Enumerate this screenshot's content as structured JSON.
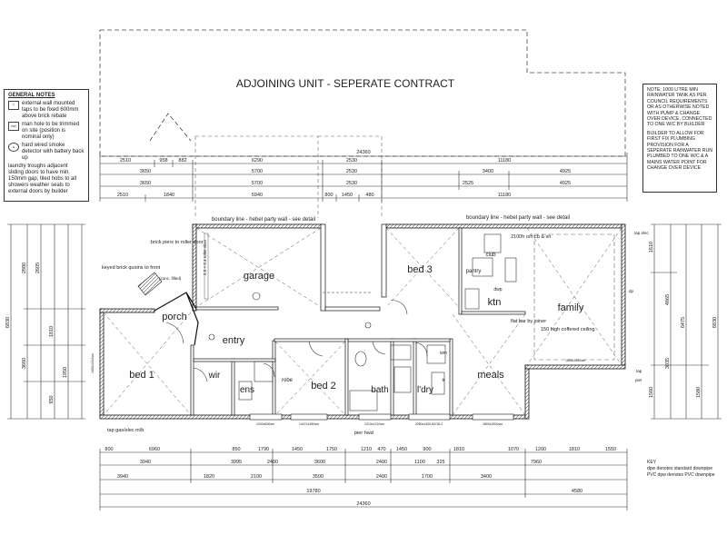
{
  "title": "ADJOINING UNIT - SEPERATE CONTRACT",
  "general_notes": {
    "heading": "GENERAL NOTES",
    "items": [
      {
        "icon": "tap-icon",
        "text": "external wall mounted taps to be fixed 600mm above brick rebate"
      },
      {
        "icon": "manhole-icon",
        "text": "man hole to be trimmed on site (position is nominal only)"
      },
      {
        "icon": "smoke-detector-icon",
        "text": "hard wired smoke detector with battery back up"
      },
      {
        "icon": "",
        "text": "laundry troughs adjacent sliding doors to have min. 150mm gap, tiled hobs to all showers weather seals to external doors by builder"
      }
    ]
  },
  "right_notes": [
    "NOTE: 1000 LITRE MIN RAINWATER TANK AS PER COUNCIL REQUIREMENTS OR AS OTHERWISE NOTED WITH PUMP & CHANGE OVER DEVICE, CONNECTED TO ONE W/C BY BUILDER",
    "BUILDER TO ALLOW FOR FIRST FIX PLUMBING PROVISION FOR A SEPERATE RAINWATER RUN PLUMBED TO ONE W/C & A MAINS WATER POINT FOR CHANGE OVER DEVICE"
  ],
  "key": {
    "heading": "KEY",
    "items": [
      "dpw denotes standard downpipe",
      "PVC dpw denotes PVC downpipe"
    ]
  },
  "rooms": {
    "garage": "garage",
    "bed3": "bed 3",
    "family": "family",
    "porch": "porch",
    "entry": "entry",
    "bed1": "bed 1",
    "wir": "wir",
    "ens": "ens",
    "bed2": "bed 2",
    "bath": "bath",
    "ldry": "l'dry",
    "meals": "meals",
    "ktn": "ktn",
    "pantry": "pantry",
    "robe": "robe",
    "club": "club",
    "dwp": "dwp",
    "wm": "wm",
    "tr": "tr"
  },
  "annotations": {
    "boundary_left": "boundary line - hebel party wall - see detail",
    "boundary_right": "boundary line - hebel party wall - see detail",
    "brick_piers": "brick piers to roller door",
    "keyed_brick": "keyed brick quoins to front",
    "conc_filled": "(conc. filled)",
    "ceiling_2100": "2100h o/h cb & sh",
    "flat_bar": "flat bar by joiner",
    "coffered": "150 high coffered ceiling",
    "tap_garage": "tap gas/elec m/b",
    "pier_hwd": "pier hwd",
    "roller_door": "2.5 × 2.4 roller door",
    "tap": "tap",
    "pier": "pier",
    "dp": "dp",
    "tap_elec": "tap elec"
  },
  "dims": {
    "overall_top": "24360",
    "top1": [
      "2510",
      "958",
      "882",
      "6290",
      "2530",
      "11180"
    ],
    "top2": [
      "3650",
      "5700",
      "2530",
      "3400",
      "4925"
    ],
    "top3": [
      "3650",
      "5700",
      "2530",
      "2525",
      "4925"
    ],
    "top4": [
      "2510",
      "1840",
      "5940",
      "800",
      "1450",
      "480",
      "11180"
    ],
    "bot1": [
      "800",
      "6960",
      "850",
      "1790",
      "1450",
      "1750",
      "1210",
      "470",
      "1450",
      "900",
      "1810",
      "1070",
      "1200",
      "1810",
      "1550"
    ],
    "bot2": [
      "3940",
      "3995",
      "2400",
      "3600",
      "2400",
      "1100",
      "325",
      "7960"
    ],
    "bot3": [
      "3940",
      "1820",
      "2100",
      "3500",
      "2400",
      "1700",
      "3400"
    ],
    "bot4": [
      "19780",
      "4580"
    ],
    "overall_bottom": "24360",
    "left": [
      "2880",
      "2605",
      "1810",
      "3660",
      "950",
      "1950",
      "6830"
    ],
    "right": [
      "1610",
      "4865",
      "6830",
      "1560",
      "6475",
      "3035",
      "1580"
    ],
    "windows": [
      "1200x600sm",
      "1447x1450sm",
      "1210x1210sm",
      "2050x1400-82/18-2",
      "1800x1810sm",
      "1800x1810sm",
      "1800x1810sm"
    ]
  }
}
